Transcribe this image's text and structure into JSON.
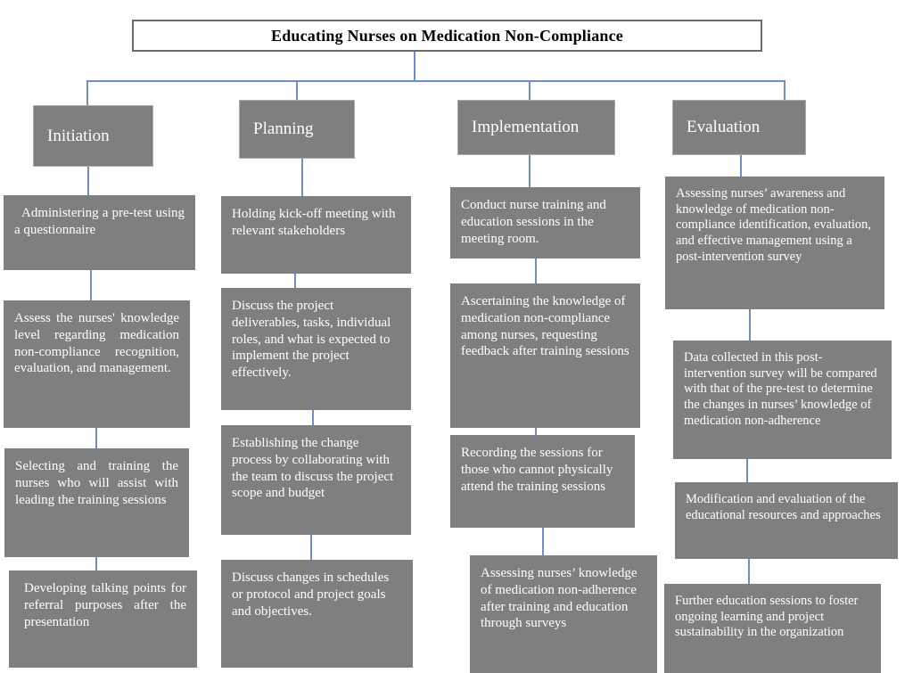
{
  "title": "Educating Nurses on Medication Non-Compliance",
  "colors": {
    "gray": "#7f7f7f",
    "blue": "#6d8dcb",
    "title_border": "#6b6b6b"
  },
  "columns": [
    {
      "header": "Initiation",
      "boxes": [
        "Administering a pre-test using a questionnaire",
        "Assess the nurses' knowledge level regarding medication non-compliance recognition, evaluation, and management.",
        "Selecting and training the nurses who will assist with leading the training sessions",
        "Developing talking points for referral purposes after the presentation"
      ]
    },
    {
      "header": "Planning",
      "boxes": [
        "Holding kick-off meeting with relevant stakeholders",
        "Discuss the project deliverables, tasks, individual roles, and what is expected to implement the project effectively.",
        "Establishing the change process by collaborating with the team to discuss the project scope and budget",
        "Discuss changes in schedules or protocol and project goals and objectives."
      ]
    },
    {
      "header": "Implementation",
      "boxes": [
        "Conduct nurse training and education sessions in the meeting room.",
        "Ascertaining the knowledge of medication non-compliance among nurses, requesting feedback after training sessions",
        "Recording the sessions for those who cannot physically attend the training sessions",
        "Assessing nurses’ knowledge of medication non-adherence after training and education through surveys"
      ]
    },
    {
      "header": "Evaluation",
      "boxes": [
        "Assessing nurses’ awareness and knowledge of medication non-compliance identification, evaluation, and effective management using a post-intervention survey",
        "Data collected in this post-intervention survey will be compared with that of the pre-test to determine the changes in nurses’ knowledge of medication non-adherence",
        "Modification and evaluation of the educational resources and approaches",
        "Further education sessions to foster ongoing learning and project sustainability in the organization"
      ]
    }
  ]
}
